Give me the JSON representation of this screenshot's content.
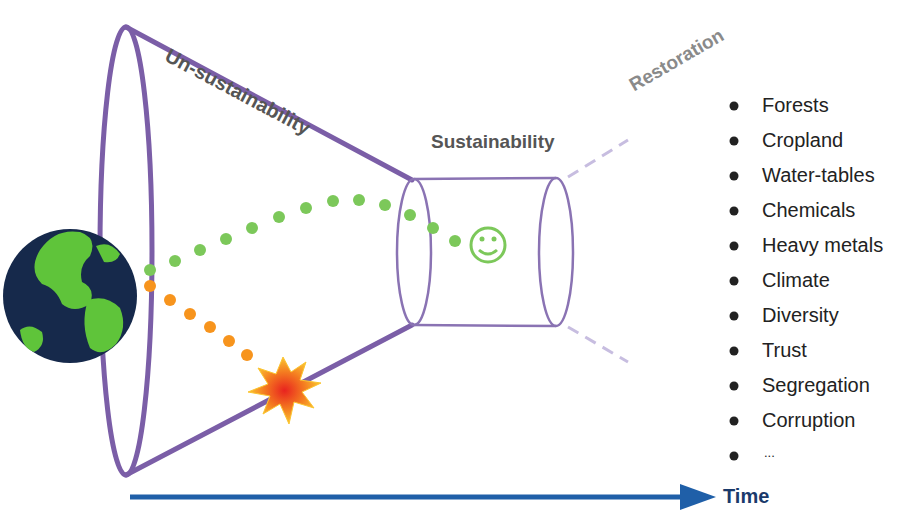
{
  "diagram": {
    "labels": [
      "Un-sustainability",
      "Sustainability",
      "Restoration",
      "Forests",
      "Cropland",
      "Water-tables",
      "Chemicals",
      "Heavy metals",
      "Climate",
      "Diversity",
      "Trust",
      "Segregation",
      "Corruption",
      "...",
      "Time"
    ]
  }
}
